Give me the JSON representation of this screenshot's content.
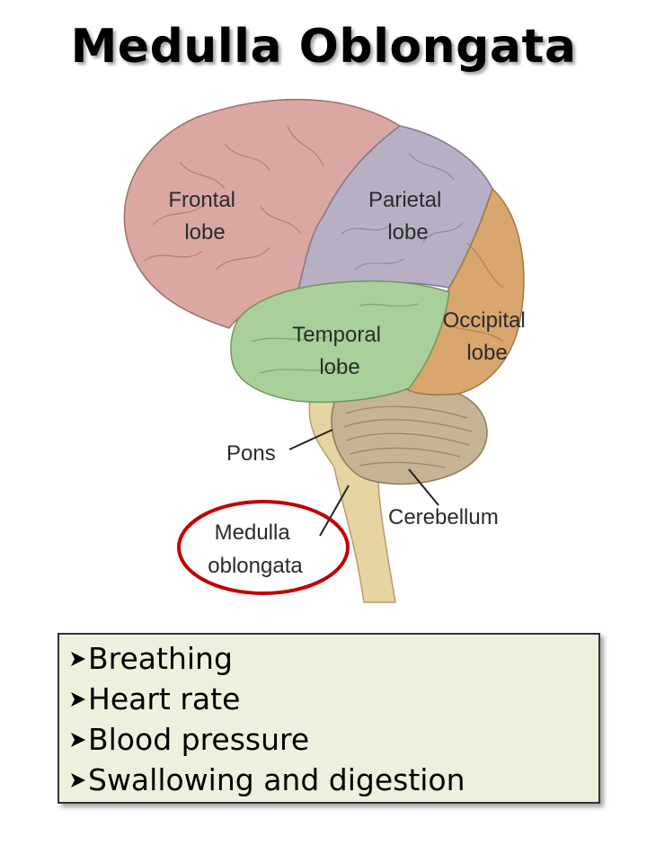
{
  "title": "Medulla Oblongata",
  "diagram": {
    "labels": {
      "frontal": [
        "Frontal",
        "lobe"
      ],
      "parietal": [
        "Parietal",
        "lobe"
      ],
      "temporal": [
        "Temporal",
        "lobe"
      ],
      "occipital": [
        "Occipital",
        "lobe"
      ],
      "pons": "Pons",
      "cerebellum": "Cerebellum",
      "medulla": [
        "Medulla",
        "oblongata"
      ]
    },
    "colors": {
      "frontal": "#dba7a3",
      "parietal": "#b7b0c4",
      "temporal": "#a9cf9b",
      "occipital": "#d8a66e",
      "cerebellum": "#c4b394",
      "brainstem": "#e6d4a2",
      "highlight": "#c00000"
    }
  },
  "functions": {
    "bullet_icon": "arrow-bullet-icon",
    "items": [
      "Breathing",
      "Heart rate",
      "Blood pressure",
      "Swallowing and digestion"
    ]
  }
}
